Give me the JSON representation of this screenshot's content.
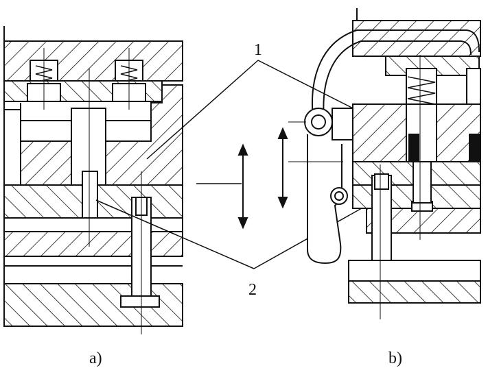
{
  "labels": {
    "callout_1": "1",
    "callout_2": "2",
    "caption_a": "a)",
    "caption_b": "b)"
  },
  "colors": {
    "ink": "#111111",
    "background": "#ffffff"
  }
}
